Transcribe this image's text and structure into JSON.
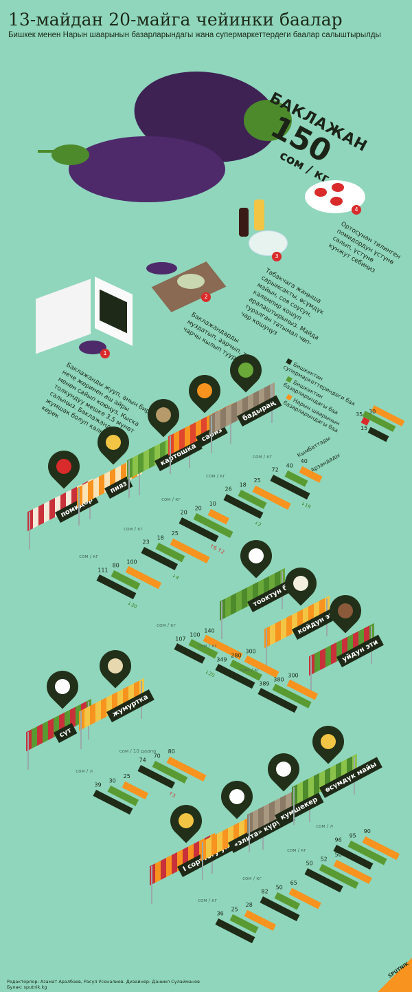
{
  "header": {
    "title": "13-майдан 20-майга чейинки баалар",
    "subtitle": "Бишкек менен Нарын шаарынын базарларындагы жана супермаркеттердеги баалар салыштырылды"
  },
  "feature": {
    "name": "БАКЛАЖАН",
    "price": "150",
    "unit": "сом / кг"
  },
  "steps": [
    {
      "num": "1",
      "text": "Баклажанды жууп, анын бир нече жеринен аш айры менен сайып коюңуз. Кыска толкундуу мешке 3,5 мүнөт салыңыз. Баклажандар жумшак болуп калышы керек"
    },
    {
      "num": "2",
      "text": "Баклажандарды муздатып, аарчып, төрт чарчы кылып тууралыз"
    },
    {
      "num": "3",
      "text": "Табакчага жаңыша сарымсакты, өсүмдүк майын, соя соусун, калемпир кошуп аралаштырыңыз. Майда туралган татымал чөп-чар кошуңуз"
    },
    {
      "num": "4",
      "text": "Ортосунан тилинген помидордун үстүнө салып, үстүнө кунжут себиңиз"
    }
  ],
  "legend": {
    "items": [
      "Бишкектин супермаркеттериндеги баа",
      "Бишкектин базарларындагы баа",
      "Нарын шаарынын базарларындагы баа"
    ],
    "rose": "Кымбаттады",
    "fell": "Арзандады",
    "rose_sample": "35",
    "fell_sample": "15",
    "orange_sample": "30"
  },
  "colors": {
    "background": "#8fd6bc",
    "supermarket": "#1f2a17",
    "bishkek_market": "#5a9a32",
    "naryn_market": "#f7931e",
    "rise": "#d92b2b"
  },
  "products": [
    {
      "name": "помидор",
      "unit": "сом / кг",
      "values": [
        111,
        80,
        100
      ],
      "change": "↓30",
      "dir": "down"
    },
    {
      "name": "пияз",
      "unit": "сом / кг",
      "values": [
        23,
        18,
        25
      ],
      "change": "↓4",
      "dir": "down"
    },
    {
      "name": "картошка",
      "unit": "сом / кг",
      "values": [
        20,
        20,
        10
      ],
      "change": "↑6 ↑2",
      "dir": "up"
    },
    {
      "name": "сабиз",
      "unit": "сом / кг",
      "values": [
        26,
        18,
        25
      ],
      "change": "↓2",
      "dir": "down"
    },
    {
      "name": "бадыраң",
      "unit": "сом / кг",
      "values": [
        72,
        40,
        40
      ],
      "change": "↓19",
      "dir": "down"
    },
    {
      "name": "тооктун буту",
      "unit": "сом / кг",
      "values": [
        107,
        100,
        140
      ],
      "change": "↓20",
      "dir": "down"
    },
    {
      "name": "койдун эти",
      "unit": "сом / кг",
      "values": [
        349,
        280,
        300
      ],
      "change": "",
      "dir": ""
    },
    {
      "name": "уйдун эти",
      "unit": "сом / кг",
      "values": [
        389,
        380,
        300
      ],
      "change": "",
      "dir": ""
    },
    {
      "name": "сүт",
      "unit": "сом / л",
      "values": [
        39,
        30,
        25
      ],
      "change": "",
      "dir": ""
    },
    {
      "name": "жумуртка",
      "unit": "сом / 10 даана",
      "values": [
        74,
        70,
        80
      ],
      "change": "↑3",
      "dir": "up"
    },
    {
      "name": "I сорттогу ун",
      "unit": "сом / кг",
      "values": [
        36,
        25,
        28
      ],
      "change": "",
      "dir": ""
    },
    {
      "name": "«элита» күрүчү",
      "unit": "сом / кг",
      "values": [
        82,
        50,
        65
      ],
      "change": "",
      "dir": ""
    },
    {
      "name": "кумшекер",
      "unit": "сом / кг",
      "values": [
        50,
        52,
        50
      ],
      "change": "",
      "dir": ""
    },
    {
      "name": "өсүмдүк майы",
      "unit": "сом / л",
      "values": [
        96,
        95,
        90
      ],
      "change": "",
      "dir": ""
    }
  ],
  "footer": {
    "credits": "Редакторлор: Азамат Аралбаев, Расул Усеналиев. Дизайнер: Даниил Сулайманов",
    "source": "Булак: sputnik.kg",
    "brand": "SPUTNIK"
  }
}
